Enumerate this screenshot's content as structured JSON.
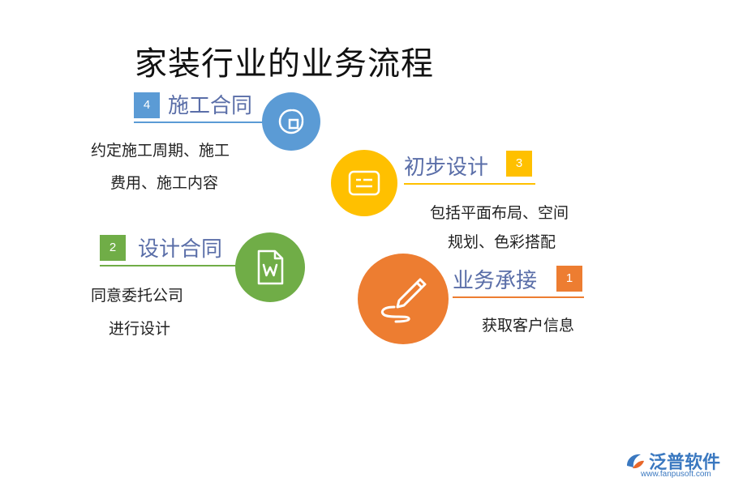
{
  "title": "家装行业的业务流程",
  "colors": {
    "step1": "#ED7D31",
    "step2": "#70AD47",
    "step3": "#FFC000",
    "step4": "#5B9BD5",
    "label": "#5A6EA8"
  },
  "steps": [
    {
      "num": "1",
      "label": "业务承接",
      "desc": [
        "获取客户信息"
      ],
      "icon": "pen-signature-icon"
    },
    {
      "num": "2",
      "label": "设计合同",
      "desc": [
        "同意委托公司",
        "进行设计"
      ],
      "icon": "word-document-icon"
    },
    {
      "num": "3",
      "label": "初步设计",
      "desc": [
        "包括平面布局、空间",
        "规划、色彩搭配"
      ],
      "icon": "text-box-icon"
    },
    {
      "num": "4",
      "label": "施工合同",
      "desc": [
        "约定施工周期、施工",
        "费用、施工内容"
      ],
      "icon": "pie-chart-icon"
    }
  ],
  "logo": {
    "text": "泛普软件",
    "url": "www.fanpusoft.com",
    "icon": "fanpu-logo-icon"
  }
}
